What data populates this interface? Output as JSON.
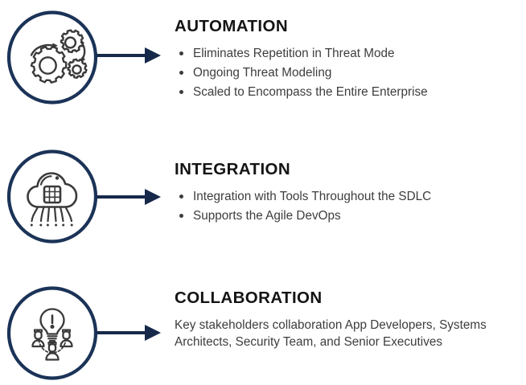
{
  "theme": {
    "circle_stroke": "#1b3357",
    "arrow_color": "#16294a",
    "heading_color": "#141414",
    "body_color": "#3d3d3d",
    "background": "#ffffff",
    "icon_stroke": "#3a3a3a"
  },
  "sections": [
    {
      "icon": "gears-automation-icon",
      "heading": "AUTOMATION",
      "bullets": [
        "Eliminates Repetition in Threat Mode",
        "Ongoing Threat Modeling",
        "Scaled to Encompass the Entire Enterprise"
      ],
      "paragraph": ""
    },
    {
      "icon": "cloud-chip-integration-icon",
      "heading": "INTEGRATION",
      "bullets": [
        "Integration with Tools Throughout the SDLC",
        "Supports the Agile DevOps"
      ],
      "paragraph": ""
    },
    {
      "icon": "lightbulb-people-collaboration-icon",
      "heading": "COLLABORATION",
      "bullets": [],
      "paragraph": "Key stakeholders collaboration App Developers, Systems Architects, Security Team, and Senior Executives"
    }
  ]
}
